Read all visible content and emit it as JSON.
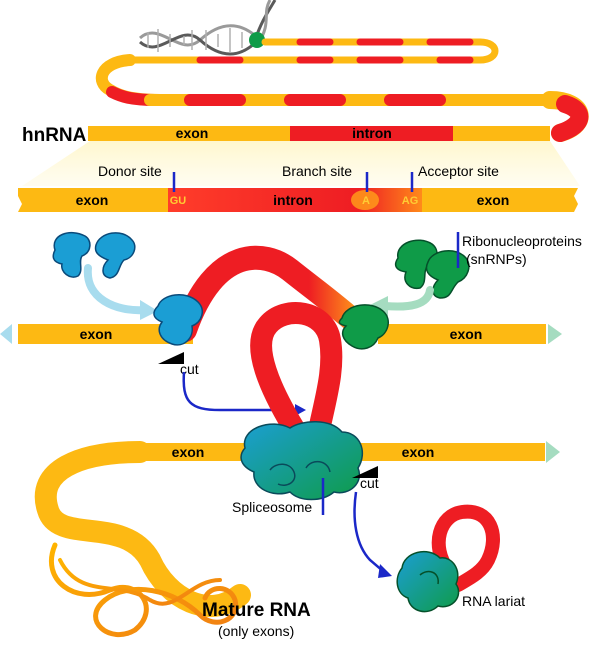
{
  "title_hnrna": "hnRNA",
  "top_strand": {
    "exon_label": "exon",
    "intron_label": "intron"
  },
  "detail_strand": {
    "donor_label": "Donor site",
    "branch_label": "Branch site",
    "acceptor_label": "Acceptor site",
    "exon_left_label": "exon",
    "intron_label": "intron",
    "exon_right_label": "exon",
    "gu": "GU",
    "a": "A",
    "ag": "AG"
  },
  "snrnp_label_line1": "Ribonucleoproteins",
  "snrnp_label_line2": "(snRNPs)",
  "binding_strand": {
    "exon_left_label": "exon",
    "exon_right_label": "exon"
  },
  "cut_label_1": "cut",
  "spliceosome_strand": {
    "exon_left_label": "exon",
    "exon_right_label": "exon"
  },
  "cut_label_2": "cut",
  "spliceosome_label": "Spliceosome",
  "mature_label": "Mature RNA",
  "mature_sublabel": "(only exons)",
  "lariat_label": "RNA lariat",
  "colors": {
    "exon": "#fdb913",
    "intron": "#ee1d23",
    "snrnp_blue": "#1b9ed4",
    "snrnp_green": "#0f9b48",
    "pointer": "#1b28c8",
    "arrow_light_blue": "#a8dcee",
    "arrow_light_green": "#a5dcc0"
  }
}
